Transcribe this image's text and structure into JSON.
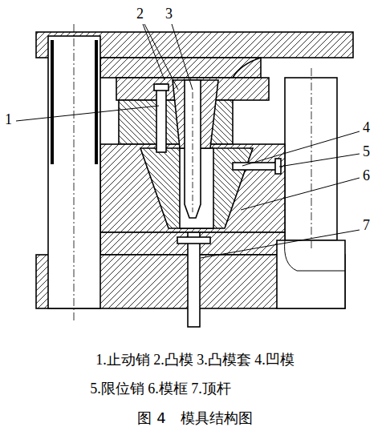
{
  "diagram": {
    "caption": "图 4　模具结构图",
    "labels": [
      "1",
      "2",
      "3",
      "4",
      "5",
      "6",
      "7",
      "1.止动销 2.凸模 3.凸模套 4.凹模",
      "5.限位销 6.模框 7.顶杆"
    ]
  }
}
